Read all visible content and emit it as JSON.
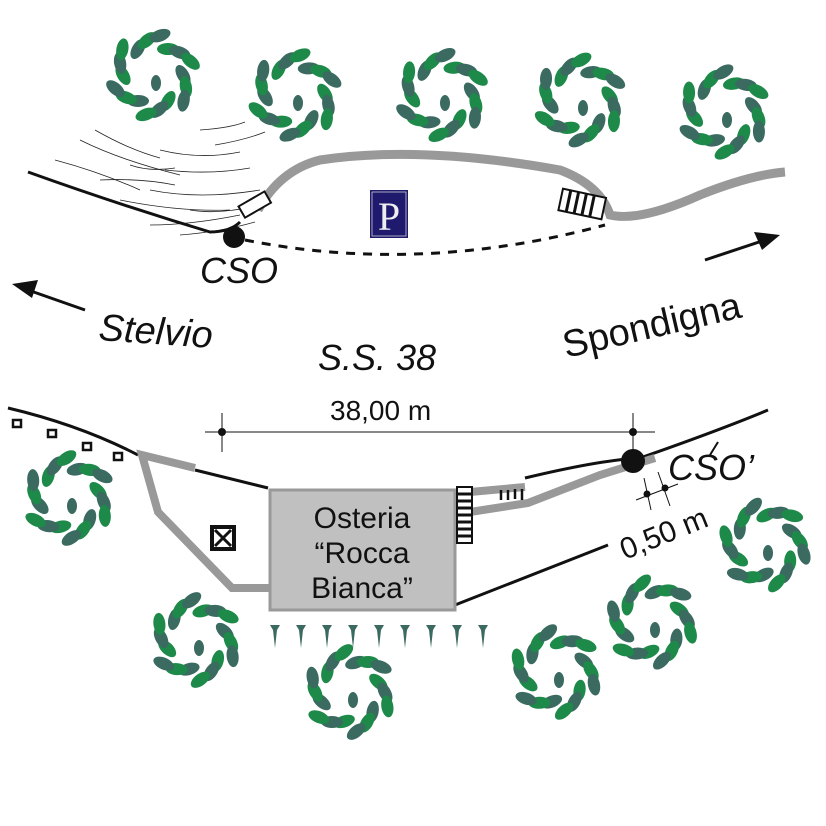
{
  "labels": {
    "cso": "CSO",
    "cso_prime": "CSO’",
    "stelvio": "Stelvio",
    "spondigna": "Spondigna",
    "road": "S.S. 38",
    "distance_long": "38,00 m",
    "distance_short": "0,50 m",
    "parking": "P"
  },
  "building": {
    "line1": "Osteria",
    "line2": "“Rocca",
    "line3": "Bianca”"
  },
  "colors": {
    "tree_leaf": "#1e8a4a",
    "tree_dark": "#3a6a60",
    "path": "#999999",
    "building": "#c0c0c0",
    "parking_bg": "#1f1a6e"
  }
}
